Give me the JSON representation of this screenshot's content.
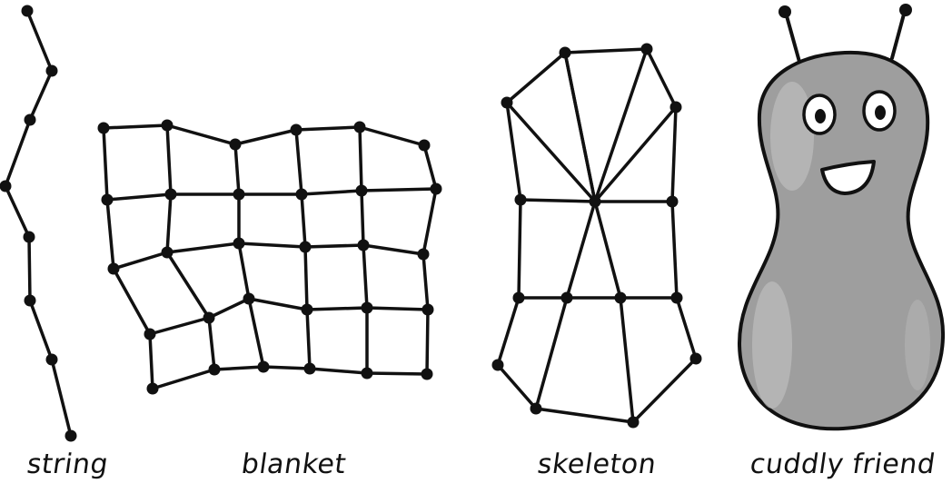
{
  "labels": {
    "string": "string",
    "blanket": "blanket",
    "skeleton": "skeleton",
    "friend": "cuddly friend"
  },
  "colors": {
    "ink": "#111111",
    "body_fill": "#9e9e9e",
    "body_highlight": "#bdbdbd",
    "eye_white": "#ffffff",
    "mouth_white": "#ffffff"
  }
}
